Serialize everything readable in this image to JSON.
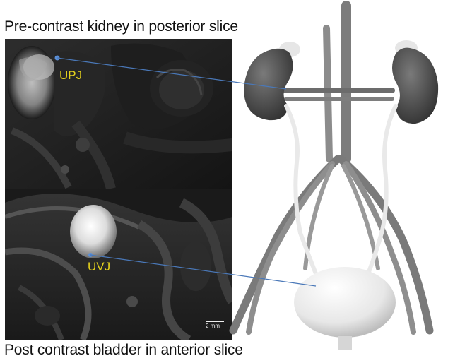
{
  "captions": {
    "top": "Pre-contrast kidney in posterior slice",
    "bottom": "Post contrast bladder in anterior slice"
  },
  "labels": {
    "upj": "UPJ",
    "uvj": "UVJ"
  },
  "scalebar": {
    "text": "2 mm"
  },
  "colors": {
    "label_yellow": "#e6d21c",
    "connector_blue": "#4a78b8",
    "kidney": "#4e4e4e",
    "vessel": "#8a8a8a",
    "bladder": "#ececec"
  }
}
